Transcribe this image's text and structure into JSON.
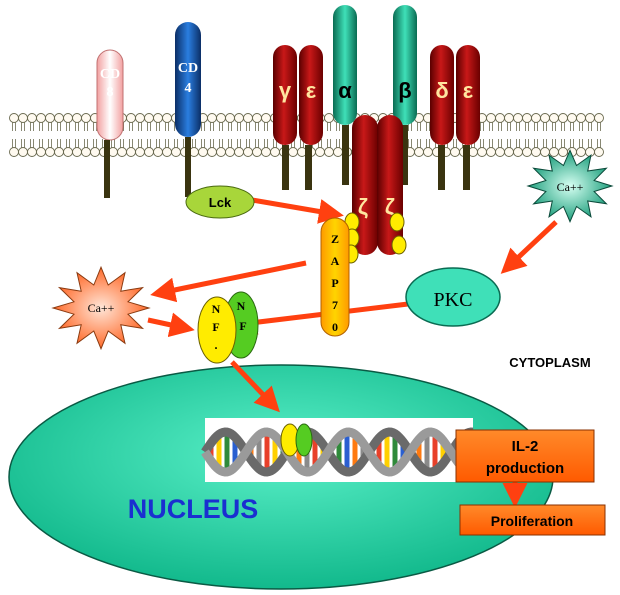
{
  "receptors": {
    "cd8": [
      "CD",
      "8"
    ],
    "cd4": [
      "CD",
      "4"
    ],
    "gamma": "γ",
    "epsilon_left": "ε",
    "alpha": "α",
    "beta": "β",
    "delta": "δ",
    "epsilon_right": "ε",
    "zeta_left": "ζ",
    "zeta_right": "ζ"
  },
  "kinases": {
    "lck": "Lck",
    "zap70": [
      "Z",
      "A",
      "P",
      "7",
      "0"
    ],
    "pkc": "PKC"
  },
  "calcium": {
    "right": "Ca++",
    "left": "Ca++"
  },
  "nf": {
    "left": [
      "N",
      "F",
      "."
    ],
    "right": [
      "N",
      "F"
    ]
  },
  "labels": {
    "cytoplasm": "CYTOPLASM",
    "nucleus": "NUCLEUS",
    "il2": [
      "IL-2",
      "production"
    ],
    "proliferation": "Proliferation"
  },
  "colors": {
    "nucleus": "#1fd8a8",
    "receptor_red": "#b01010",
    "cd4_blue": "#1a5fb4",
    "teal": "#20c29a",
    "lck_green": "#9acd32",
    "arrow": "#ff4010",
    "orange_box": "#ff6a10"
  }
}
